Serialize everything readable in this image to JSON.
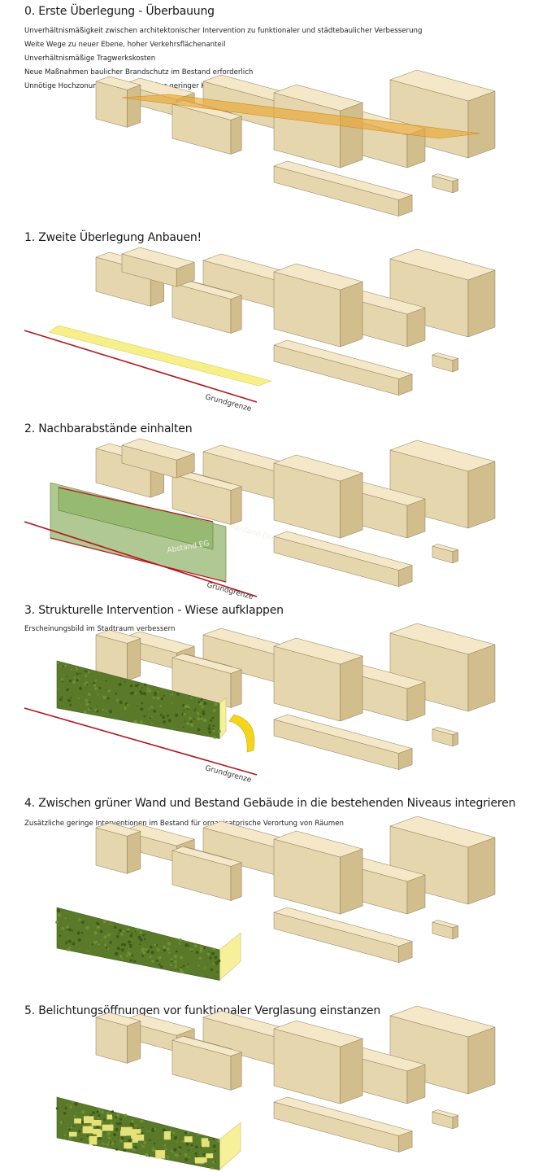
{
  "steps": [
    {
      "title": "0. Erste Überlegung - Überbauung",
      "notes": [
        "Unverhältnismäßigkeit zwischen architektonischer Intervention zu funktionaler und städtebaulicher Verbesserung",
        "Weite Wege zu neuer Ebene, hoher Verkehrsflächenanteil",
        "Unverhältnismäßige Tragwerkskosten",
        "Neue Maßnahmen baulicher Brandschutz im Bestand erforderlich",
        "Unnötige Hochzonung in städtebaulicher geringer Körnung"
      ]
    },
    {
      "title": "1. Zweite Überlegung Anbauen!",
      "labels": {
        "boundary": "Grundgrenze"
      }
    },
    {
      "title": "2. Nachbarabstände einhalten",
      "labels": {
        "boundary": "Grundgrenze",
        "og": "Abstand OG",
        "eg": "Abstand EG"
      }
    },
    {
      "title": "3. Strukturelle Intervention - Wiese aufklappen",
      "notes": [
        "Erscheinungsbild im Stadtraum verbessern"
      ],
      "labels": {
        "boundary": "Grundgrenze"
      }
    },
    {
      "title": "4. Zwischen grüner Wand und Bestand Gebäude in die bestehenden Niveaus integrieren",
      "notes": [
        "Zusätzliche geringe Interventionen im Bestand für organisatorische Verortung von Räumen"
      ]
    },
    {
      "title": "5. Belichtungsöffnungen vor funktionaler Verglasung einstanzen"
    }
  ],
  "colors": {
    "building_top": "#f4e8c8",
    "building_front": "#e6d6ad",
    "building_side": "#d2be8c",
    "edge": "#8a7a58",
    "overbuild": "#eaa838",
    "annex": "#f7f08a",
    "boundary": "#b3151b",
    "green_wall": "#5a7a2a",
    "wall_side": "#f6f09a"
  }
}
